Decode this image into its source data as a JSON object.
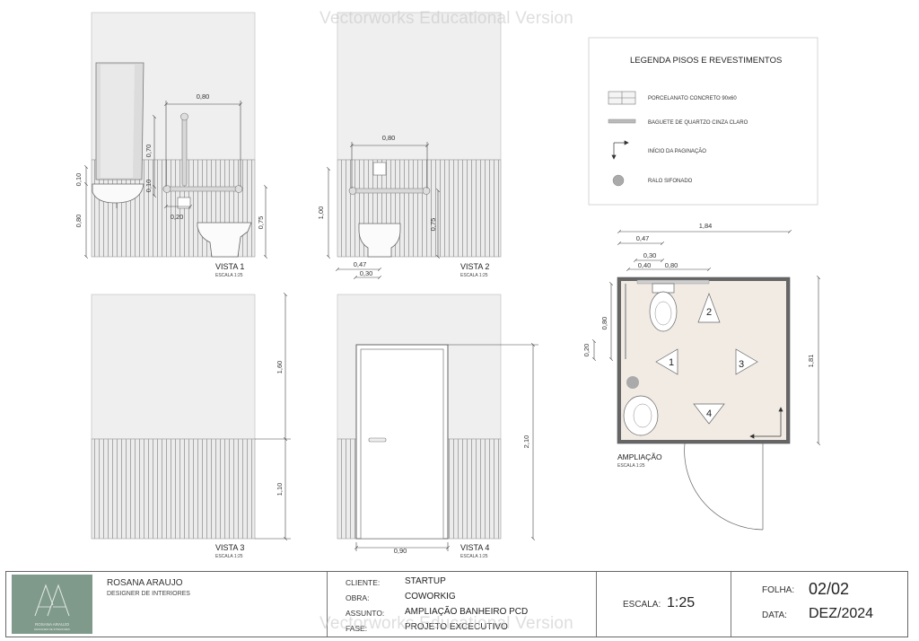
{
  "watermark": "Vectorworks Educational Version",
  "legend": {
    "title": "LEGENDA PISOS E REVESTIMENTOS",
    "items": [
      {
        "icon": "tile-swatch-icon",
        "label": "PORCELANATO CONCRETO 90x60"
      },
      {
        "icon": "quartz-strip-icon",
        "label": "BAGUETE DE QUARTZO CINZA  CLARO"
      },
      {
        "icon": "pagination-start-icon",
        "label": "INÍCIO DA PAGINAÇÃO"
      },
      {
        "icon": "drain-icon",
        "label": "RALO SIFONADO"
      }
    ]
  },
  "views": [
    {
      "name": "VISTA 1",
      "scale": "ESCALA 1:25"
    },
    {
      "name": "VISTA 2",
      "scale": "ESCALA 1:25"
    },
    {
      "name": "VISTA 3",
      "scale": "ESCALA 1:25"
    },
    {
      "name": "VISTA 4",
      "scale": "ESCALA 1:25"
    }
  ],
  "plan": {
    "name": "AMPLIAÇÃO",
    "scale": "ESCALA 1:25",
    "markers": [
      "1",
      "2",
      "3",
      "4"
    ]
  },
  "dims": {
    "v1": {
      "grab_width": "0,80",
      "grab_height": "0,70",
      "d010a": "0,10",
      "d010b": "0,10",
      "d080": "0,80",
      "d020": "0,20",
      "d075": "0,75"
    },
    "v2": {
      "grab_width": "0,80",
      "d100": "1,00",
      "d075": "0,75",
      "d047": "0,47",
      "d030": "0,30"
    },
    "v3": {
      "d160": "1,60",
      "d110": "1,10"
    },
    "v4": {
      "d210": "2,10",
      "d090": "0,90"
    },
    "plan": {
      "d184": "1,84",
      "d047": "0,47",
      "d030": "0,30",
      "d040": "0,40",
      "d080top": "0,80",
      "d080side": "0,80",
      "d020": "0,20",
      "d181": "1,81"
    }
  },
  "titleblock": {
    "designer": "ROSANA ARAUJO",
    "role": "DESIGNER DE INTERIORES",
    "logo_caption": "ROSANA ARAUJO",
    "logo_subcaption": "DESIGNER DE INTERIORES",
    "fields": [
      {
        "label": "CLIENTE:",
        "value": "STARTUP"
      },
      {
        "label": "OBRA:",
        "value": "COWORKIG"
      },
      {
        "label": "ASSUNTO:",
        "value": "AMPLIAÇÃO BANHEIRO PCD"
      },
      {
        "label": "FASE:",
        "value": "PROJETO EXCECUTIVO"
      }
    ],
    "scale_label": "ESCALA:",
    "scale_value": "1:25",
    "sheet_label": "FOLHA:",
    "sheet_value": "02/02",
    "date_label": "DATA:",
    "date_value": "DEZ/2024"
  },
  "colors": {
    "wall_upper": "#efefef",
    "wall_stripes": "#a8a8a8",
    "floor_plan": "#f1ebe4",
    "plan_wall": "#666666",
    "logo_bg": "#7f9a8a"
  }
}
